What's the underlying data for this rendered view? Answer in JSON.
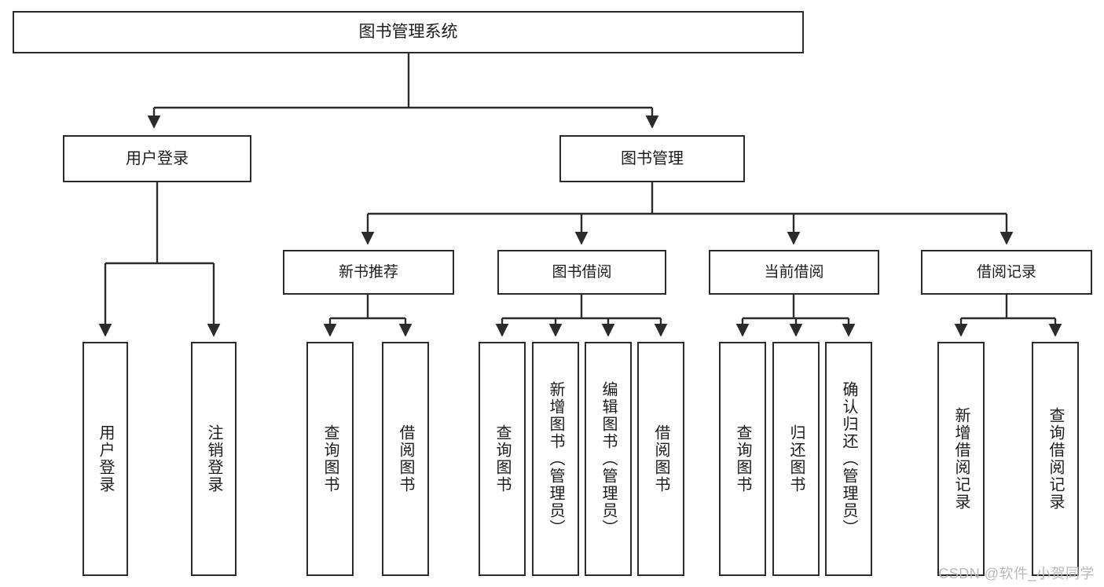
{
  "diagram": {
    "title": "图书管理系统",
    "type": "tree-hierarchy-diagram",
    "root": {
      "id": "root",
      "label": "图书管理系统"
    },
    "level2": [
      {
        "id": "user-login",
        "label": "用户登录"
      },
      {
        "id": "book-management",
        "label": "图书管理"
      }
    ],
    "level3": [
      {
        "id": "new-book-recommend",
        "label": "新书推荐"
      },
      {
        "id": "book-borrow",
        "label": "图书借阅"
      },
      {
        "id": "current-borrow",
        "label": "当前借阅"
      },
      {
        "id": "borrow-record",
        "label": "借阅记录"
      }
    ],
    "leaves": [
      {
        "id": "leaf-user-login",
        "label": "用户登录",
        "parent": "user-login"
      },
      {
        "id": "leaf-logout-login",
        "label": "注销登录",
        "parent": "user-login"
      },
      {
        "id": "leaf-query-book-1",
        "label": "查询图书",
        "parent": "new-book-recommend"
      },
      {
        "id": "leaf-borrow-book-1",
        "label": "借阅图书",
        "parent": "new-book-recommend"
      },
      {
        "id": "leaf-query-book-2",
        "label": "查询图书",
        "parent": "book-borrow"
      },
      {
        "id": "leaf-add-book",
        "label": "新增图书（管理员）",
        "parent": "book-borrow"
      },
      {
        "id": "leaf-edit-book",
        "label": "编辑图书（管理员）",
        "parent": "book-borrow"
      },
      {
        "id": "leaf-borrow-book-2",
        "label": "借阅图书",
        "parent": "book-borrow"
      },
      {
        "id": "leaf-query-book-3",
        "label": "查询图书",
        "parent": "current-borrow"
      },
      {
        "id": "leaf-return-book",
        "label": "归还图书",
        "parent": "current-borrow"
      },
      {
        "id": "leaf-confirm-return",
        "label": "确认归还（管理员）",
        "parent": "current-borrow"
      },
      {
        "id": "leaf-add-record",
        "label": "新增借阅记录",
        "parent": "borrow-record"
      },
      {
        "id": "leaf-query-record",
        "label": "查询借阅记录",
        "parent": "borrow-record"
      }
    ],
    "colors": {
      "stroke": "#2b2b2b",
      "text": "#1c1c1c",
      "background": "#ffffff",
      "watermark": "#b9b9b9"
    }
  },
  "watermark": {
    "text": "CSDN @软件_小贺同学"
  }
}
